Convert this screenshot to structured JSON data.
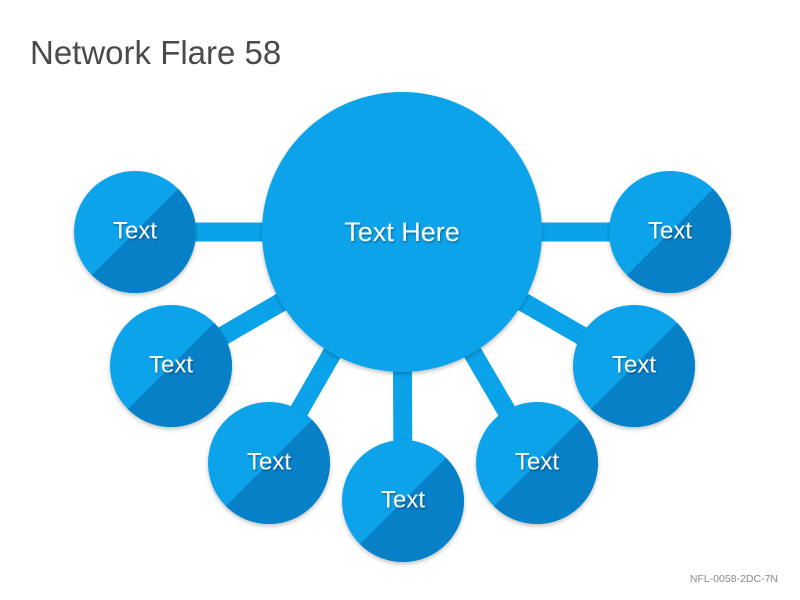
{
  "slide": {
    "title": "Network Flare 58",
    "footer_code": "NFL-0058-2DC-7N"
  },
  "diagram": {
    "center": {
      "label": "Text Here"
    },
    "nodes": [
      {
        "id": "left-upper",
        "label": "Text"
      },
      {
        "id": "left-middle",
        "label": "Text"
      },
      {
        "id": "left-lower",
        "label": "Text"
      },
      {
        "id": "bottom",
        "label": "Text"
      },
      {
        "id": "right-lower",
        "label": "Text"
      },
      {
        "id": "right-middle",
        "label": "Text"
      },
      {
        "id": "right-upper",
        "label": "Text"
      }
    ],
    "colors": {
      "primary": "#0aa3ea",
      "shade": "#0880c8",
      "connector": "#0aa3ea"
    }
  }
}
